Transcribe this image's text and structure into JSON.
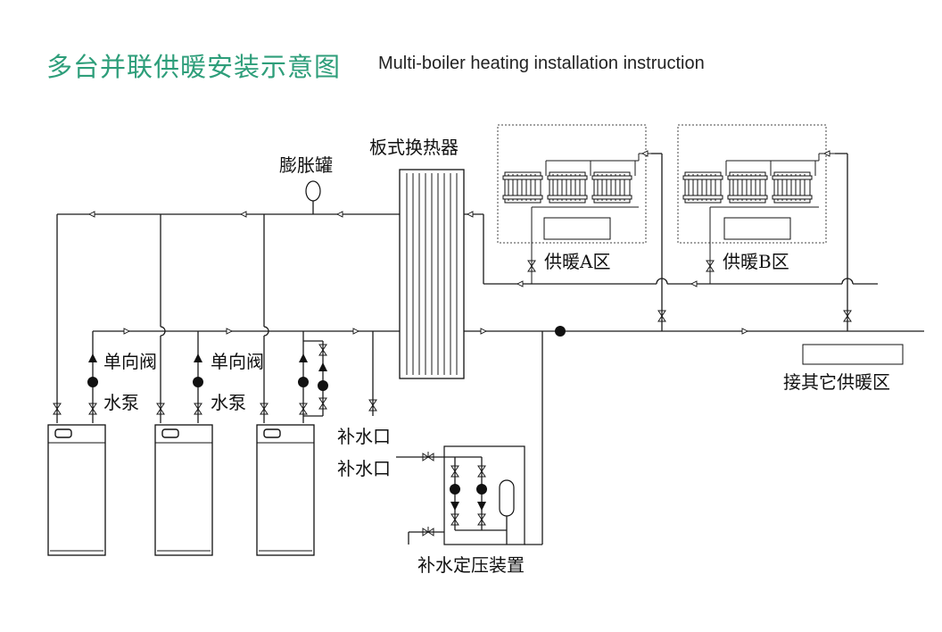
{
  "title": {
    "zh": "多台并联供暖安装示意图",
    "en": "Multi-boiler heating installation instruction",
    "accent_color": "#2e9e7a"
  },
  "labels": {
    "expansion_tank": "膨胀罐",
    "plate_heat_exchanger": "板式换热器",
    "zone_a": "供暖A区",
    "zone_b": "供暖B区",
    "check_valve_1": "单向阀",
    "check_valve_2": "单向阀",
    "pump_1": "水泵",
    "pump_2": "水泵",
    "makeup_inlet_1": "补水口",
    "makeup_inlet_2": "补水口",
    "pressurization_unit": "补水定压装置",
    "other_zone": "接其它供暖区"
  }
}
